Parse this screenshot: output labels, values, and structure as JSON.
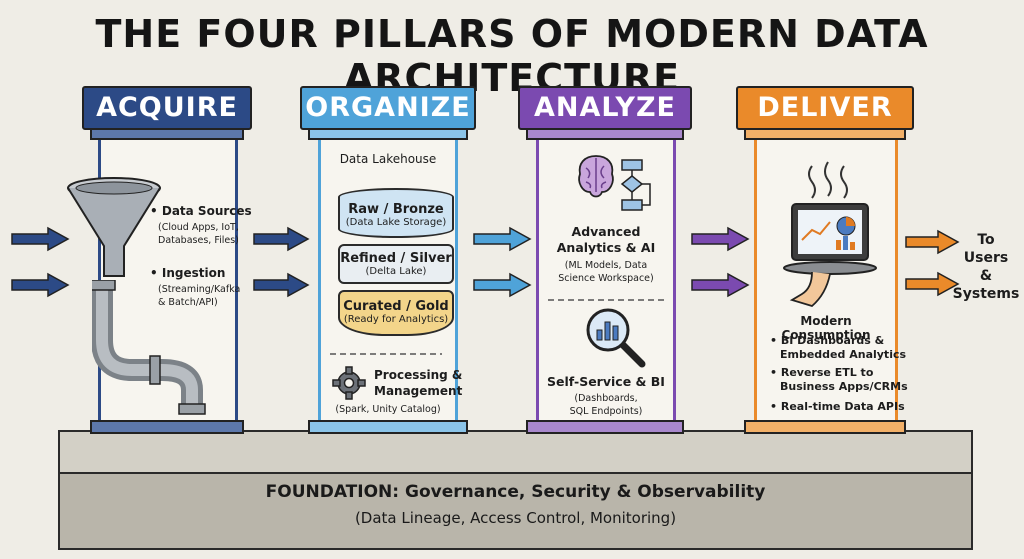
{
  "title": "THE FOUR PILLARS OF MODERN DATA ARCHITECTURE",
  "colors": {
    "acquire": "#2c4a86",
    "organize": "#4fa3d9",
    "analyze": "#7b4ab0",
    "deliver": "#ea8a2a",
    "bronze": "#cfe4f3",
    "silver": "#e9eef2",
    "gold": "#f3d58a"
  },
  "pillars": {
    "acquire": {
      "label": "ACQUIRE",
      "sources_title": "Data Sources",
      "sources_detail_1": "(Cloud Apps, IoT,",
      "sources_detail_2": "Databases, Files)",
      "ingestion_title": "Ingestion",
      "ingestion_detail_1": "(Streaming/Kafka",
      "ingestion_detail_2": "& Batch/API)",
      "icons": [
        "funnel-icon",
        "pipe-icon"
      ]
    },
    "organize": {
      "label": "ORGANIZE",
      "heading": "Data Lakehouse",
      "tiers": [
        {
          "name": "Raw / Bronze",
          "detail": "(Data Lake Storage)"
        },
        {
          "name": "Refined / Silver",
          "detail": "(Delta Lake)"
        },
        {
          "name": "Curated / Gold",
          "detail": "(Ready for Analytics)"
        }
      ],
      "processing_title_1": "Processing &",
      "processing_title_2": "Management",
      "processing_detail": "(Spark, Unity Catalog)",
      "icons": [
        "gear-icon"
      ]
    },
    "analyze": {
      "label": "ANALYZE",
      "advanced_title_1": "Advanced",
      "advanced_title_2": "Analytics & AI",
      "advanced_detail_1": "(ML Models, Data",
      "advanced_detail_2": "Science Workspace)",
      "selfservice_title": "Self-Service & BI",
      "selfservice_detail_1": "(Dashboards,",
      "selfservice_detail_2": "SQL Endpoints)",
      "icons": [
        "brain-icon",
        "flowchart-icon",
        "magnifier-icon"
      ]
    },
    "deliver": {
      "label": "DELIVER",
      "heading": "Modern Consumption",
      "items": [
        {
          "line1": "BI Dashboards &",
          "line2": "Embedded Analytics"
        },
        {
          "line1": "Reverse ETL to",
          "line2": "Business Apps/CRMs"
        },
        {
          "line1": "Real-time Data APIs",
          "line2": ""
        }
      ],
      "icons": [
        "serving-tablet-icon"
      ]
    }
  },
  "destination": {
    "line1": "To",
    "line2": "Users",
    "line3": "&",
    "line4": "Systems"
  },
  "foundation": {
    "title": "FOUNDATION: Governance, Security & Observability",
    "subtitle": "(Data Lineage, Access Control, Monitoring)"
  }
}
